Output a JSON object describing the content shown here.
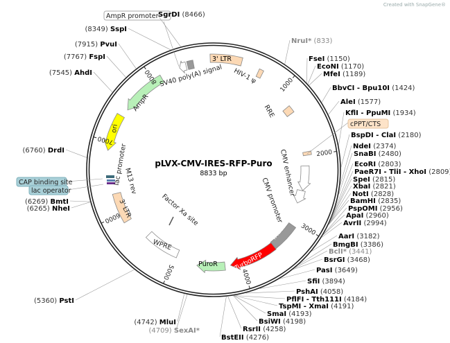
{
  "credit": "Created with SnapGene®",
  "plasmid": {
    "name": "pLVX-CMV-IRES-RFP-Puro",
    "length_label": "8833 bp",
    "length": 8833
  },
  "ticks": [
    "1000",
    "2000",
    "3000",
    "4000",
    "5000",
    "6000",
    "7000",
    "8000"
  ],
  "features": [
    {
      "label": "3' LTR",
      "start": 8790,
      "end": 360,
      "dir": 0,
      "color": "#fcd9b5"
    },
    {
      "label": "HIV-1 ψ",
      "start": 600,
      "end": 660,
      "dir": 0,
      "color": "#fcd9b5"
    },
    {
      "label": "RRE",
      "start": 1220,
      "end": 1330,
      "dir": 0,
      "color": "#fcd9b5"
    },
    {
      "label": "cPPT/CTS",
      "start": 1940,
      "end": 1990,
      "dir": 0,
      "color": "#fcd9b5"
    },
    {
      "label": "CMV enhancer",
      "start": 2150,
      "end": 2530,
      "dir": 1,
      "color": "#ffffff"
    },
    {
      "label": "CMV promoter",
      "start": 2535,
      "end": 2740,
      "dir": 1,
      "color": "#ffffff"
    },
    {
      "label": "IRES",
      "start": 3070,
      "end": 3480,
      "dir": 0,
      "color": "#999999"
    },
    {
      "label": "TurboRFP",
      "start": 3480,
      "end": 4170,
      "dir": 1,
      "color": "#ff0000"
    },
    {
      "label": "PuroR",
      "start": 4250,
      "end": 4660,
      "dir": 1,
      "color": "#b8f0b8"
    },
    {
      "label": "WPRE",
      "start": 4980,
      "end": 5520,
      "dir": 0,
      "color": "#ffffff"
    },
    {
      "label": "3' LTR",
      "start": 5870,
      "end": 6290,
      "dir": 0,
      "color": "#fcd9b5"
    },
    {
      "label": "ori",
      "start": 6880,
      "end": 7370,
      "dir": -1,
      "color": "#ffff00"
    },
    {
      "label": "AmpR",
      "start": 7480,
      "end": 8110,
      "dir": -1,
      "color": "#b8f0b8"
    },
    {
      "label": "AmpR promoter",
      "start": 8380,
      "end": 8470,
      "dir": -1,
      "color": "#ffffff"
    },
    {
      "label": "SV40 poly(A) signal",
      "start": 8490,
      "end": 8570,
      "dir": 0,
      "color": "#999999"
    }
  ],
  "small_features": [
    "M13 rev",
    "lac promoter",
    "Factor Xa site",
    "CAP binding site",
    "lac operator"
  ],
  "enzymes": [
    {
      "name": "NruI*",
      "pos": 833,
      "gray": true
    },
    {
      "name": "FseI",
      "pos": 1150
    },
    {
      "name": "EcoNI",
      "pos": 1170
    },
    {
      "name": "MfeI",
      "pos": 1189
    },
    {
      "name": "BbvCI - Bpu10I",
      "pos": 1424
    },
    {
      "name": "AleI",
      "pos": 1577
    },
    {
      "name": "KflI - PpuMI",
      "pos": 1934
    },
    {
      "name": "BspDI - ClaI",
      "pos": 2180
    },
    {
      "name": "NdeI",
      "pos": 2374
    },
    {
      "name": "SnaBI",
      "pos": 2480
    },
    {
      "name": "EcoRI",
      "pos": 2803
    },
    {
      "name": "PaeR7I - TliI - XhoI",
      "pos": 2809
    },
    {
      "name": "SpeI",
      "pos": 2815
    },
    {
      "name": "XbaI",
      "pos": 2821
    },
    {
      "name": "NotI",
      "pos": 2828
    },
    {
      "name": "BamHI",
      "pos": 2835
    },
    {
      "name": "PspOMI",
      "pos": 2956
    },
    {
      "name": "ApaI",
      "pos": 2960
    },
    {
      "name": "AvrII",
      "pos": 2994
    },
    {
      "name": "AarI",
      "pos": 3182
    },
    {
      "name": "BmgBI",
      "pos": 3386
    },
    {
      "name": "BclI*",
      "pos": 3441,
      "gray": true
    },
    {
      "name": "BsrGI",
      "pos": 3468
    },
    {
      "name": "PasI",
      "pos": 3649
    },
    {
      "name": "SfiI",
      "pos": 3894
    },
    {
      "name": "PshAI",
      "pos": 4058
    },
    {
      "name": "PflFI - Tth111I",
      "pos": 4184
    },
    {
      "name": "TspMI - XmaI",
      "pos": 4191
    },
    {
      "name": "SmaI",
      "pos": 4193
    },
    {
      "name": "BsiWI",
      "pos": 4198
    },
    {
      "name": "RsrII",
      "pos": 4258
    },
    {
      "name": "BstEII",
      "pos": 4276
    },
    {
      "name": "SexAI*",
      "pos": 4709,
      "gray": true
    },
    {
      "name": "MluI",
      "pos": 4742
    },
    {
      "name": "PstI",
      "pos": 5360
    },
    {
      "name": "NheI",
      "pos": 6265
    },
    {
      "name": "BmtI",
      "pos": 6269
    },
    {
      "name": "DrdI",
      "pos": 6760
    },
    {
      "name": "AhdI",
      "pos": 7545
    },
    {
      "name": "FspI",
      "pos": 7767
    },
    {
      "name": "PvuI",
      "pos": 7915
    },
    {
      "name": "SspI",
      "pos": 8349
    },
    {
      "name": "SgrDI",
      "pos": 8466
    }
  ]
}
